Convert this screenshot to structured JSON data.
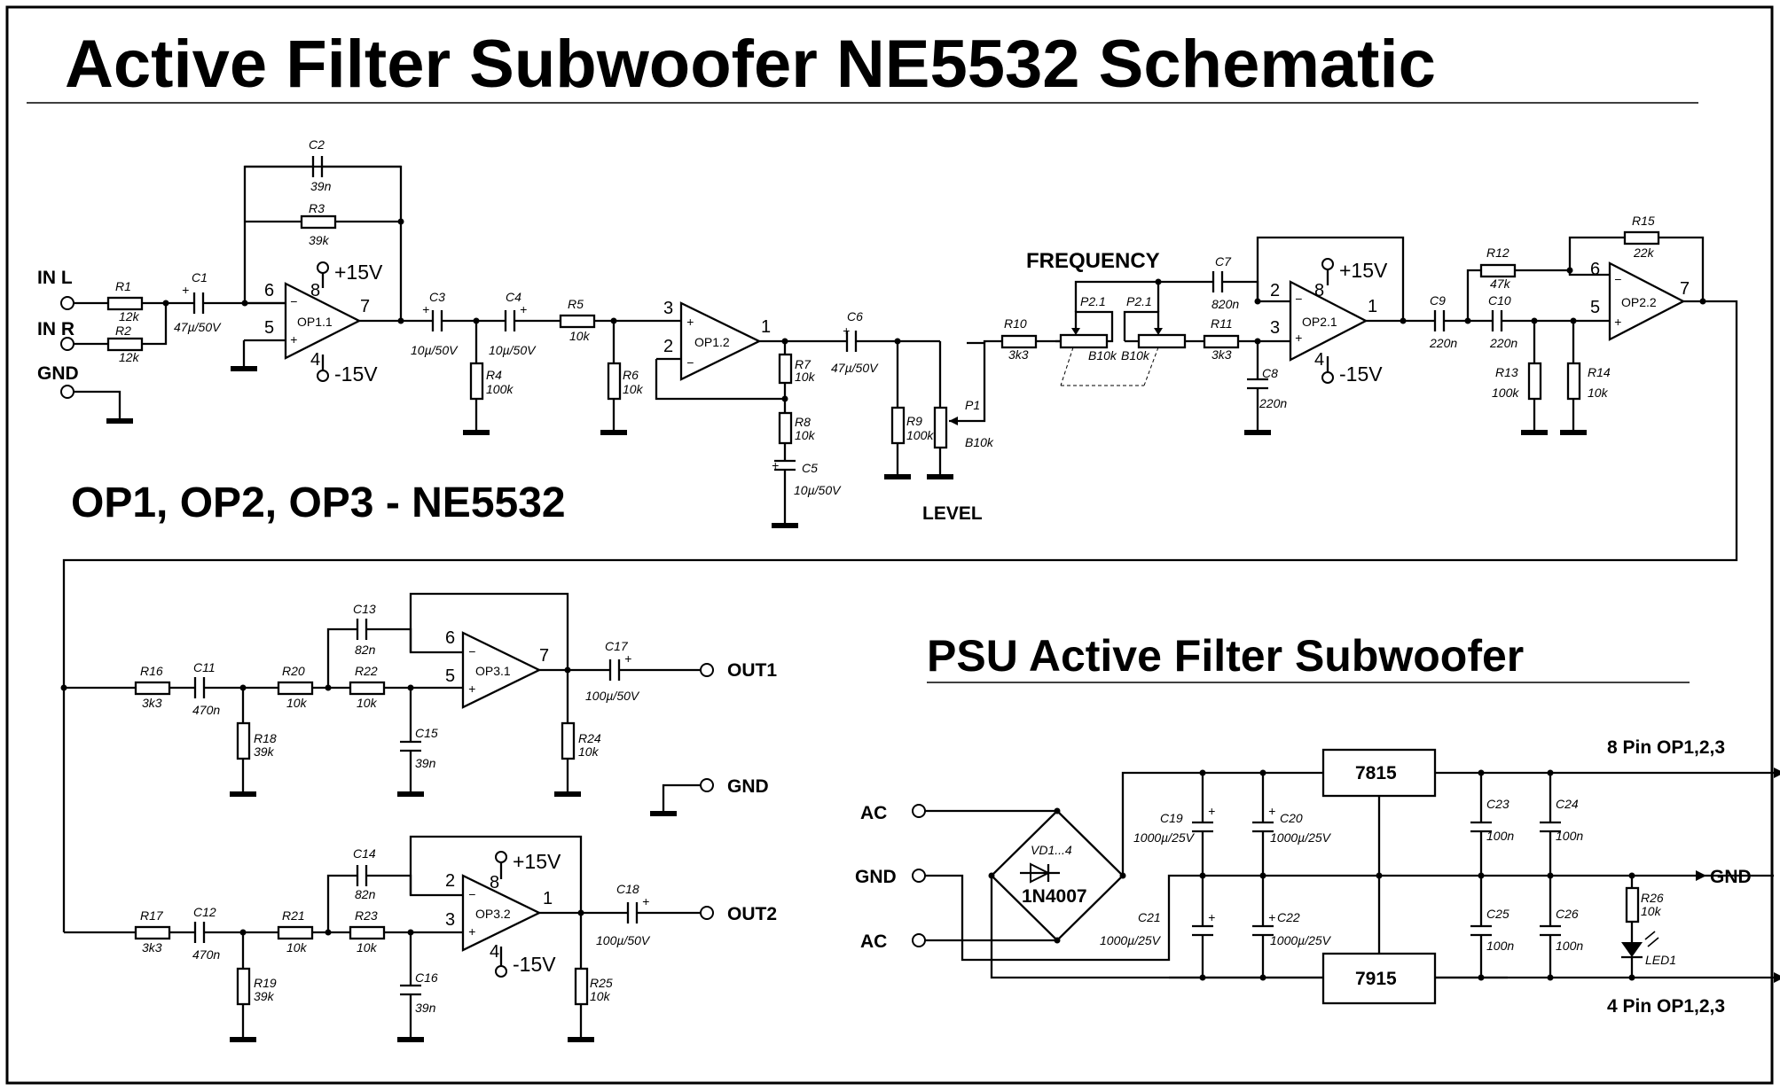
{
  "title": "Active Filter Subwoofer NE5532 Schematic",
  "psu_title": "PSU Active Filter Subwoofer",
  "note": "OP1, OP2, OP3 - NE5532",
  "labels": {
    "in_l": "IN L",
    "in_r": "IN R",
    "gnd": "GND",
    "level": "LEVEL",
    "frequency": "FREQUENCY",
    "out1": "OUT1",
    "out2": "OUT2",
    "ac": "AC",
    "pin8": "8 Pin OP1,2,3",
    "pin4": "4 Pin OP1,2,3",
    "plus15": "+15V",
    "minus15": "-15V"
  },
  "opamps": {
    "op11": "OP1.1",
    "op12": "OP1.2",
    "op21": "OP2.1",
    "op22": "OP2.2",
    "op31": "OP3.1",
    "op32": "OP3.2"
  },
  "pins": {
    "p1": "1",
    "p2": "2",
    "p3": "3",
    "p4": "4",
    "p5": "5",
    "p6": "6",
    "p7": "7",
    "p8": "8",
    "plus": "+",
    "minus": "−"
  },
  "components": {
    "R1": "R1",
    "R1v": "12k",
    "R2": "R2",
    "R2v": "12k",
    "C1": "C1",
    "C1v": "47µ/50V",
    "C2": "C2",
    "C2v": "39n",
    "R3": "R3",
    "R3v": "39k",
    "C3": "C3",
    "C3v": "10µ/50V",
    "C4": "C4",
    "C4v": "10µ/50V",
    "R4": "R4",
    "R4v": "100k",
    "R5": "R5",
    "R5v": "10k",
    "R6": "R6",
    "R6v": "10k",
    "R7": "R7",
    "R7v": "10k",
    "R8": "R8",
    "R8v": "10k",
    "C5": "C5",
    "C5v": "10µ/50V",
    "C6": "C6",
    "C6v": "47µ/50V",
    "R9": "R9",
    "R9v": "100k",
    "P1": "P1",
    "P1v": "B10k",
    "R10": "R10",
    "R10v": "3k3",
    "P21": "P2.1",
    "P21v": "B10k",
    "R11": "R11",
    "R11v": "3k3",
    "C7": "C7",
    "C7v": "820n",
    "C8": "C8",
    "C8v": "220n",
    "C9": "C9",
    "C9v": "220n",
    "C10": "C10",
    "C10v": "220n",
    "R12": "R12",
    "R12v": "47k",
    "R13": "R13",
    "R13v": "100k",
    "R14": "R14",
    "R14v": "10k",
    "R15": "R15",
    "R15v": "22k",
    "R16": "R16",
    "R16v": "3k3",
    "C11": "C11",
    "C11v": "470n",
    "R18": "R18",
    "R18v": "39k",
    "R20": "R20",
    "R20v": "10k",
    "R22": "R22",
    "R22v": "10k",
    "C13": "C13",
    "C13v": "82n",
    "C15": "C15",
    "C15v": "39n",
    "R24": "R24",
    "R24v": "10k",
    "C17": "C17",
    "C17v": "100µ/50V",
    "R17": "R17",
    "R17v": "3k3",
    "C12": "C12",
    "C12v": "470n",
    "R19": "R19",
    "R19v": "39k",
    "R21": "R21",
    "R21v": "10k",
    "R23": "R23",
    "R23v": "10k",
    "C14": "C14",
    "C14v": "82n",
    "C16": "C16",
    "C16v": "39n",
    "R25": "R25",
    "R25v": "10k",
    "C18": "C18",
    "C18v": "100µ/50V",
    "VD": "VD1...4",
    "VDv": "1N4007",
    "C19": "C19",
    "C19v": "1000µ/25V",
    "C20": "C20",
    "C20v": "1000µ/25V",
    "C21": "C21",
    "C21v": "1000µ/25V",
    "C22": "C22",
    "C22v": "1000µ/25V",
    "C23": "C23",
    "C23v": "100n",
    "C24": "C24",
    "C24v": "100n",
    "C25": "C25",
    "C25v": "100n",
    "C26": "C26",
    "C26v": "100n",
    "R26": "R26",
    "R26v": "10k",
    "LED1": "LED1",
    "U7815": "7815",
    "U7915": "7915"
  }
}
